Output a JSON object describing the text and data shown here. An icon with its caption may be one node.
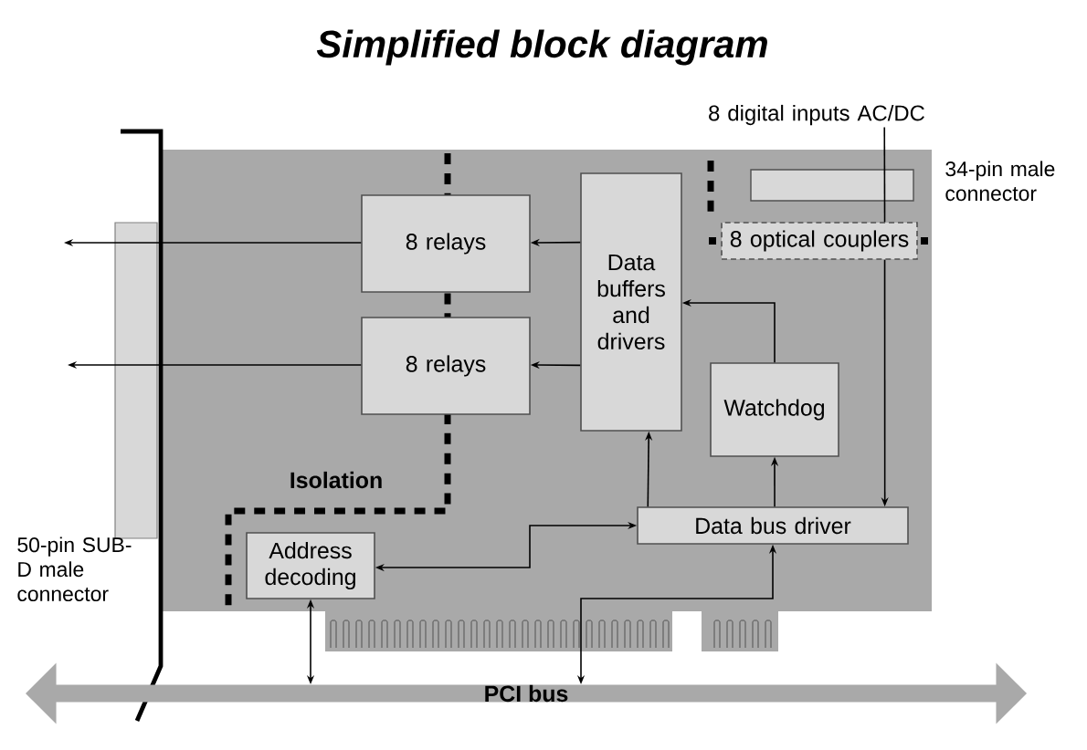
{
  "diagram": {
    "title": "Simplified block diagram",
    "nodes": [
      {
        "text": [
          "8 digital inputs AC/DC"
        ]
      },
      {
        "text": [
          "8 relays"
        ]
      },
      {
        "text": [
          "Data buffers and drivers"
        ]
      },
      {
        "text": [
          "8 optical couplers"
        ]
      },
      {
        "text": [
          "8 relays"
        ]
      },
      {
        "text": [
          "Watchdog"
        ]
      },
      {
        "text": [
          "Data bus driver"
        ]
      },
      {
        "text": [
          "Address decoding"
        ]
      },
      {
        "text": [
          "PCI bus"
        ]
      }
    ],
    "edges": [
      {
        "from": 0,
        "to": 3,
        "arrow": "none"
      },
      {
        "from": 3,
        "to": 6,
        "arrow": "to"
      },
      {
        "from": 2,
        "to": 1,
        "arrow": "to"
      },
      {
        "from": 2,
        "to": 4,
        "arrow": "to"
      },
      {
        "from": 1,
        "to": null,
        "arrow": "to"
      },
      {
        "from": 4,
        "to": null,
        "arrow": "to"
      },
      {
        "from": 5,
        "to": 2,
        "arrow": "to"
      },
      {
        "from": 6,
        "to": 2,
        "arrow": "to"
      },
      {
        "from": 6,
        "to": 5,
        "arrow": "to"
      },
      {
        "from": 6,
        "to": 7,
        "arrow": "both"
      },
      {
        "from": 8,
        "to": 6,
        "arrow": "both"
      },
      {
        "from": 7,
        "to": 8,
        "arrow": "both"
      }
    ],
    "labels": [
      "34-pin male connector",
      "Isolation",
      "50-pin SUB-D male connector"
    ]
  }
}
